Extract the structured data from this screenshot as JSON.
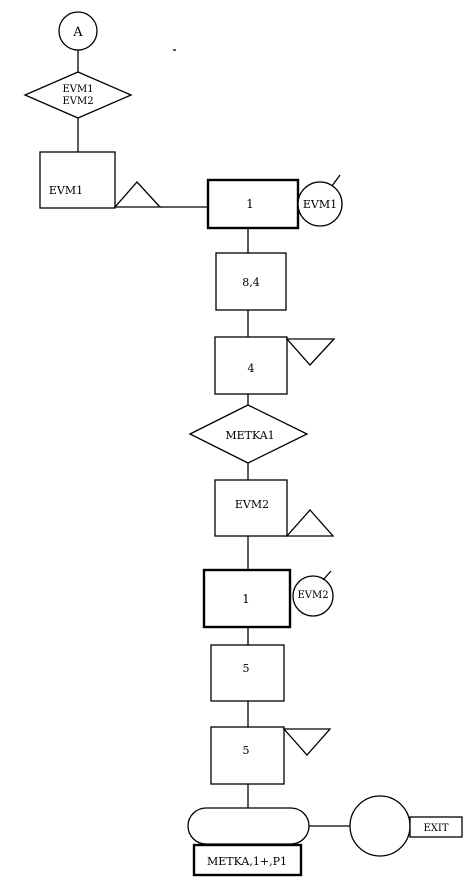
{
  "flowchart": {
    "connector_a": {
      "label": "A"
    },
    "decision_top": {
      "line1": "EVM1",
      "line2": "EVM2"
    },
    "seize_evm1": {
      "label": "EVM1"
    },
    "block_1_top": {
      "label": "1"
    },
    "circle_evm1": {
      "label": "EVM1"
    },
    "block_84": {
      "label": "8,4"
    },
    "block_4": {
      "label": "4"
    },
    "decision_metka1": {
      "label": "METKA1"
    },
    "block_evm2": {
      "label": "EVM2"
    },
    "block_1_bottom": {
      "label": "1"
    },
    "circle_evm2": {
      "label": "EVM2"
    },
    "block_5a": {
      "label": "5"
    },
    "block_5b": {
      "label": "5"
    },
    "terminal_label": {
      "label": "METKA,1+,P1"
    },
    "exit_label": {
      "label": "EXIT"
    }
  }
}
